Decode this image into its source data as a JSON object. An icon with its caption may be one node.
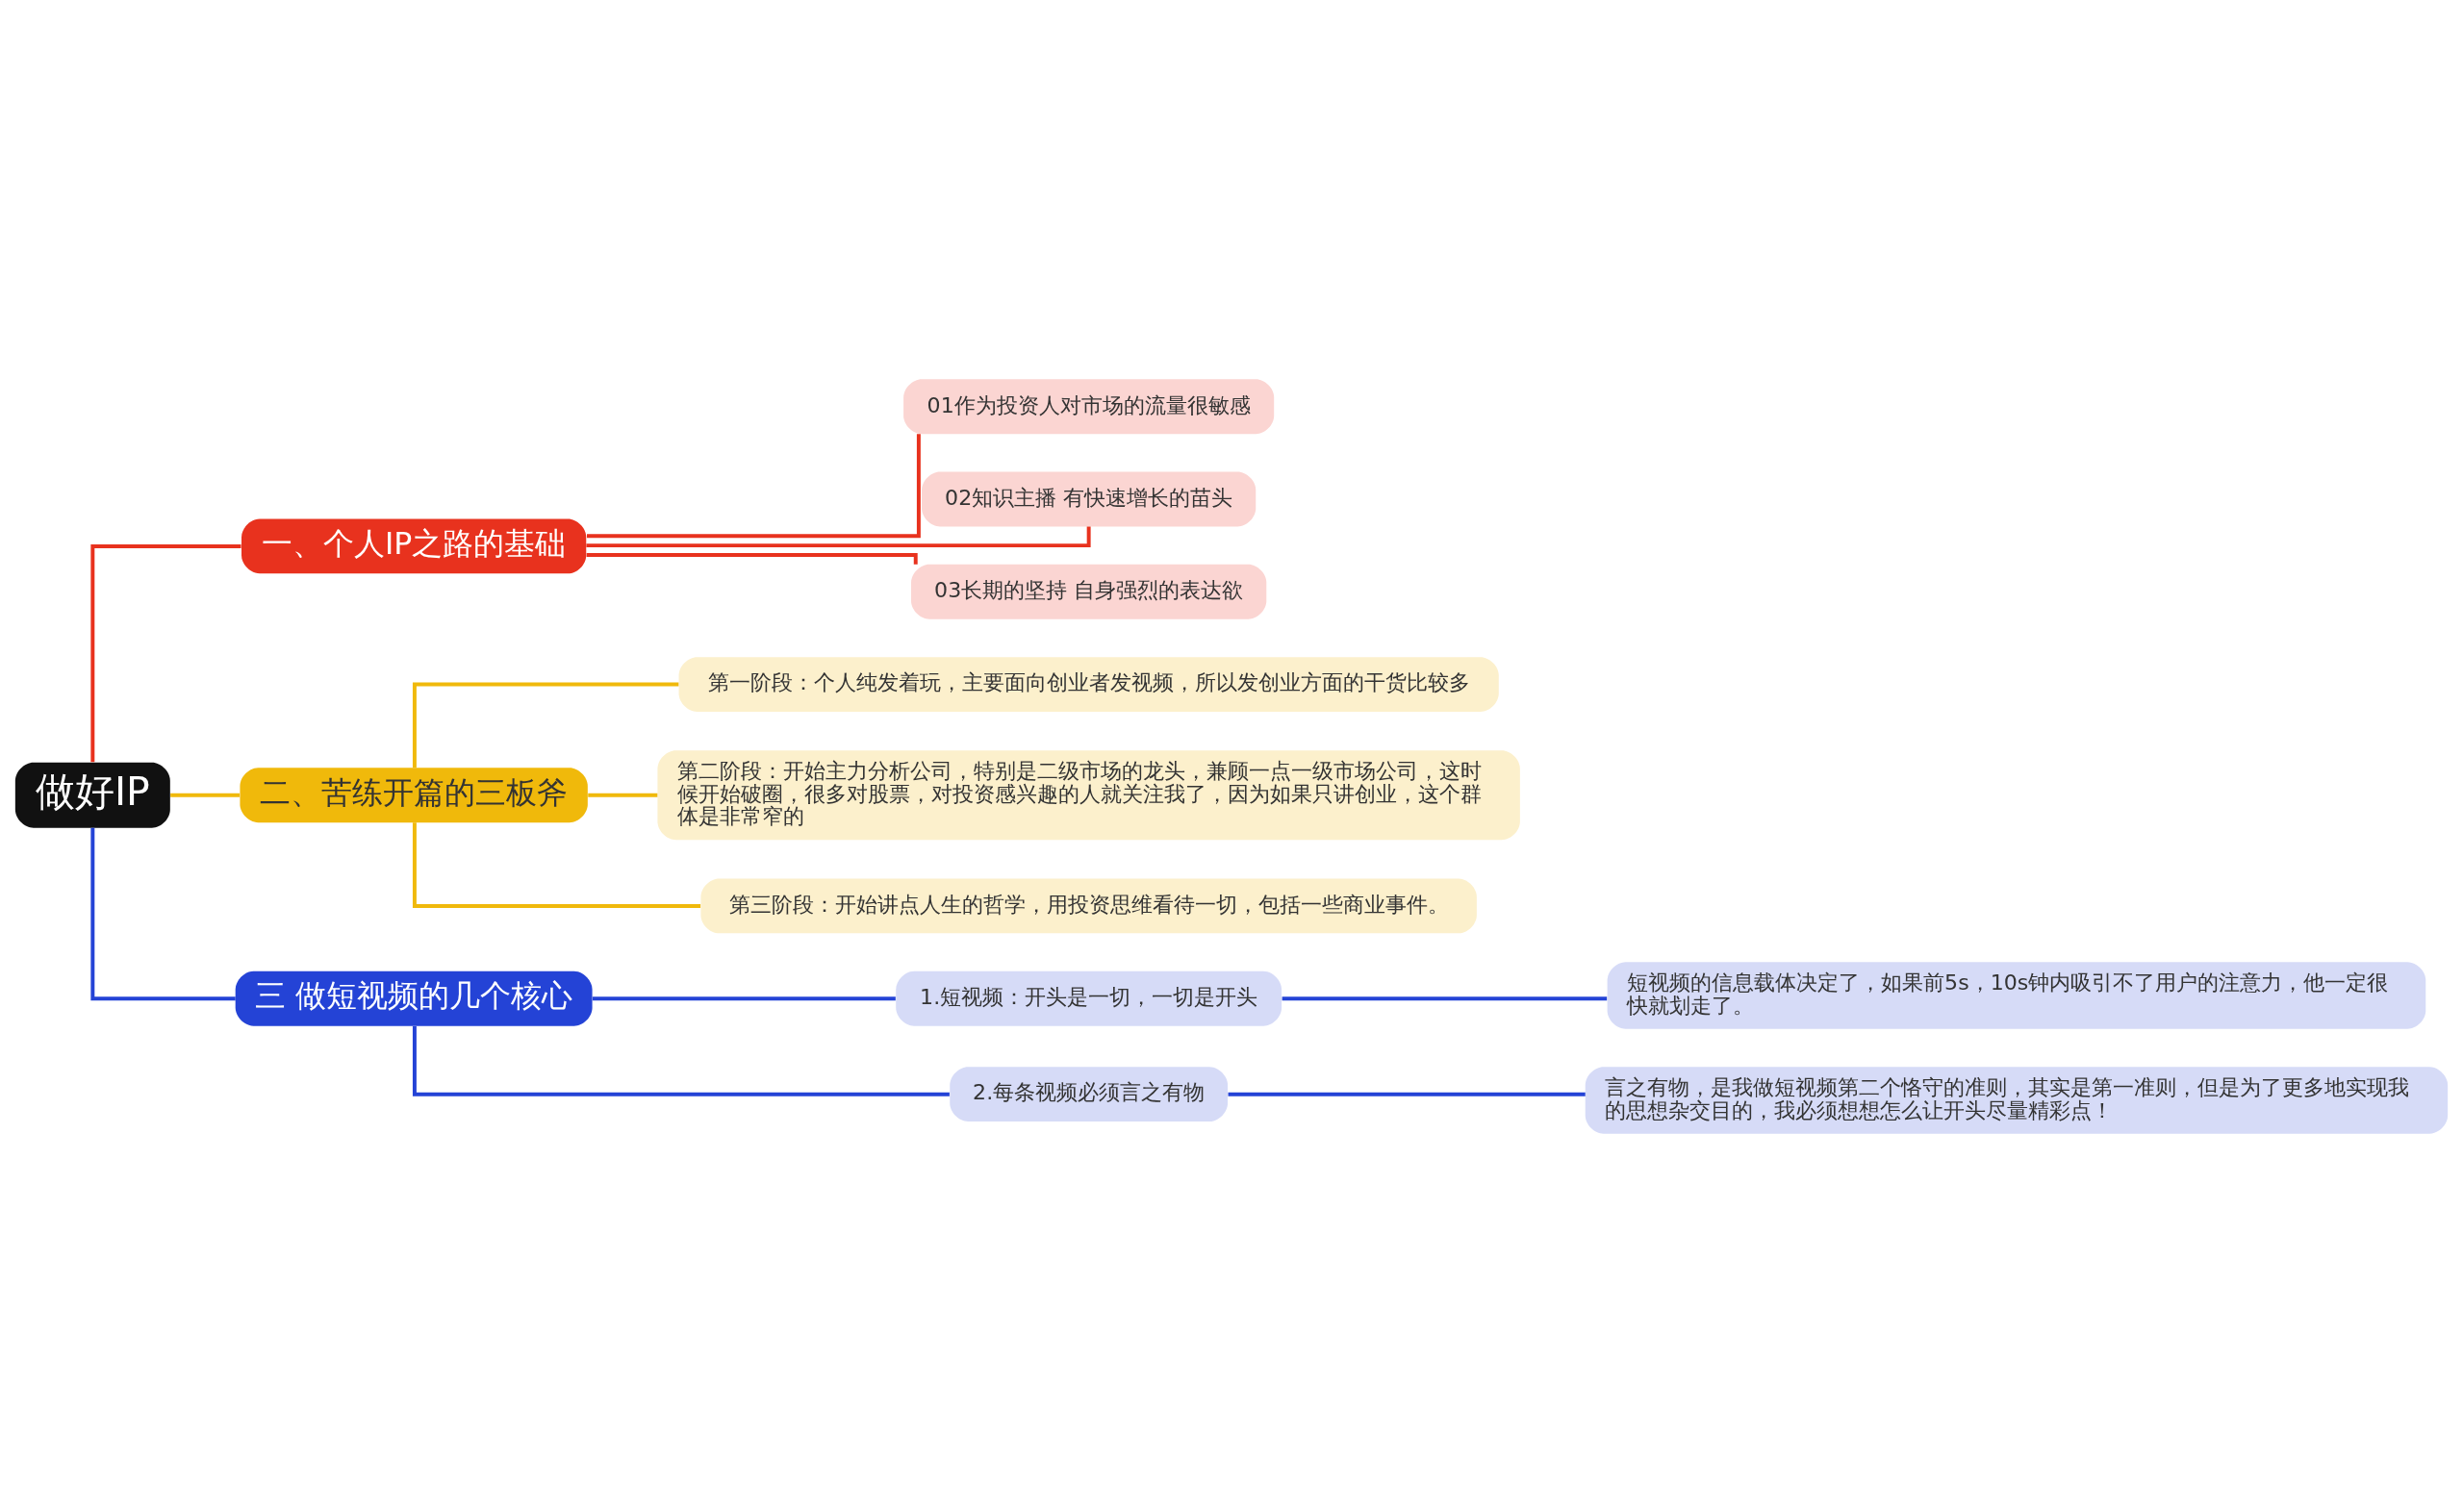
{
  "diagram": {
    "nodes": [
      {
        "text": [
          "做好IP"
        ]
      },
      {
        "text": [
          "一、个人IP之路的基础"
        ]
      },
      {
        "text": [
          "01作为投资人对市场的流量很敏感"
        ]
      },
      {
        "text": [
          "02知识主播 有快速增长的苗头"
        ]
      },
      {
        "text": [
          "03长期的坚持 自身强烈的表达欲"
        ]
      },
      {
        "text": [
          "二、苦练开篇的三板斧"
        ]
      },
      {
        "text": [
          "第一阶段：个人纯发着玩，主要面向创业者发视频，所以发创业方面的干货比较多"
        ]
      },
      {
        "text": [
          "第二阶段：开始主力分析公司，特别是二级市场的龙头，兼顾一点一级市场公司，这时候开始破圈，很多对股票，对投资感兴趣的人就关注我了，因为如果只讲创业，这个群体是非常窄的"
        ]
      },
      {
        "text": [
          "第三阶段：开始讲点人生的哲学，用投资思维看待一切，包括一些商业事件。"
        ]
      },
      {
        "text": [
          "三 做短视频的几个核心"
        ]
      },
      {
        "text": [
          "1.短视频：开头是一切，一切是开头"
        ]
      },
      {
        "text": [
          "短视频的信息载体决定了，如果前5s，10s钟内吸引不了用户的注意力，他一定很快就划走了。"
        ]
      },
      {
        "text": [
          "2.每条视频必须言之有物"
        ]
      },
      {
        "text": [
          "言之有物，是我做短视频第二个恪守的准则，其实是第一准则，但是为了更多地实现我的思想杂交目的，我必须想想怎么让开头尽量精彩点！"
        ]
      }
    ],
    "edges": [
      {
        "from": 0,
        "to": 1,
        "arrow": "none",
        "color": "#e8321e"
      },
      {
        "from": 1,
        "to": 2,
        "arrow": "none",
        "color": "#e8321e"
      },
      {
        "from": 1,
        "to": 3,
        "arrow": "none",
        "color": "#e8321e"
      },
      {
        "from": 1,
        "to": 4,
        "arrow": "none",
        "color": "#e8321e"
      },
      {
        "from": 0,
        "to": 5,
        "arrow": "none",
        "color": "#f0b90b"
      },
      {
        "from": 5,
        "to": 6,
        "arrow": "none",
        "color": "#f0b90b"
      },
      {
        "from": 5,
        "to": 7,
        "arrow": "none",
        "color": "#f0b90b"
      },
      {
        "from": 5,
        "to": 8,
        "arrow": "none",
        "color": "#f0b90b"
      },
      {
        "from": 0,
        "to": 9,
        "arrow": "none",
        "color": "#2443d6"
      },
      {
        "from": 9,
        "to": 10,
        "arrow": "none",
        "color": "#2443d6"
      },
      {
        "from": 10,
        "to": 11,
        "arrow": "none",
        "color": "#2443d6"
      },
      {
        "from": 9,
        "to": 12,
        "arrow": "none",
        "color": "#2443d6"
      },
      {
        "from": 12,
        "to": 13,
        "arrow": "none",
        "color": "#2443d6"
      }
    ]
  }
}
